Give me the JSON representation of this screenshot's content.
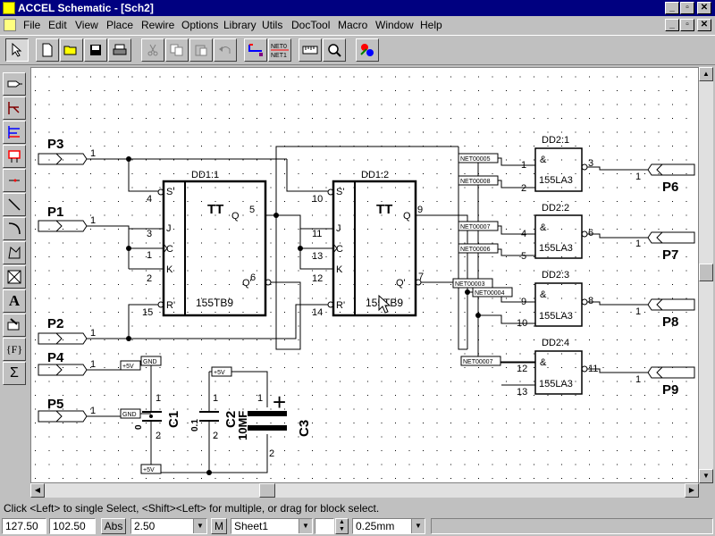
{
  "window": {
    "title": "ACCEL Schematic - [Sch2]"
  },
  "menu": [
    "File",
    "Edit",
    "View",
    "Place",
    "Rewire",
    "Options",
    "Library",
    "Utils",
    "DocTool",
    "Macro",
    "Window",
    "Help"
  ],
  "toolbar": {
    "net_button_text": [
      "NET0",
      "NET1"
    ]
  },
  "ports": {
    "left": [
      "P3",
      "P1",
      "P2",
      "P4",
      "P5"
    ],
    "right": [
      "P6",
      "P7",
      "P8",
      "P9"
    ]
  },
  "flipflops": [
    {
      "ref": "DD1:1",
      "type": "TT",
      "part": "155TB9",
      "pins": {
        "s": "4",
        "j": "3",
        "c": "1",
        "k": "2",
        "r": "15",
        "q": "5",
        "qn": "6"
      },
      "labels": {
        "s": "S'",
        "j": "J",
        "c": "C",
        "k": "K",
        "r": "R'",
        "q": "Q",
        "qn": "Q'"
      }
    },
    {
      "ref": "DD1:2",
      "type": "TT",
      "part": "155TB9",
      "pins": {
        "s": "10",
        "j": "11",
        "c": "13",
        "k": "12",
        "r": "14",
        "q": "9",
        "qn": "7"
      },
      "labels": {
        "s": "S'",
        "j": "J",
        "c": "C",
        "k": "K",
        "r": "R'",
        "q": "Q",
        "qn": "Q'"
      }
    }
  ],
  "gates": [
    {
      "ref": "DD2:1",
      "sym": "&",
      "part": "155LA3",
      "in1": "1",
      "in2": "2",
      "out": "3"
    },
    {
      "ref": "DD2:2",
      "sym": "&",
      "part": "155LA3",
      "in1": "4",
      "in2": "5",
      "out": "6"
    },
    {
      "ref": "DD2:3",
      "sym": "&",
      "part": "155LA3",
      "in1": "9",
      "in2": "10",
      "out": "8"
    },
    {
      "ref": "DD2:4",
      "sym": "&",
      "part": "155LA3",
      "in1": "12",
      "in2": "13",
      "out": "11"
    }
  ],
  "port_pin": "1",
  "net_labels": [
    "NET00005",
    "NET00008",
    "NET00007",
    "NET00006",
    "NET00003",
    "NET00004",
    "NET00007"
  ],
  "power_labels": {
    "plus5v": "+5V",
    "gnd": "GND"
  },
  "capacitors": [
    {
      "ref": "C1",
      "value": "0",
      "pin1": "1",
      "pin2": "2"
    },
    {
      "ref": "C2",
      "value": "0.1",
      "pin1": "1",
      "pin2": "2"
    },
    {
      "ref": "C3",
      "value": "10MF",
      "pin1": "1",
      "pin2": "2"
    }
  ],
  "cap_c3_polarity": "+",
  "status": {
    "hint": "Click <Left> to single Select, <Shift><Left> for multiple, or drag for block select."
  },
  "bottombar": {
    "x": "127.50",
    "y": "102.50",
    "abs": "Abs",
    "grid": "2.50",
    "m": "M",
    "sheet": "Sheet1",
    "width": "0.25mm"
  },
  "colors": {
    "titlebar": "#000080",
    "background": "#c0c0c0",
    "canvas": "#ffffff"
  }
}
